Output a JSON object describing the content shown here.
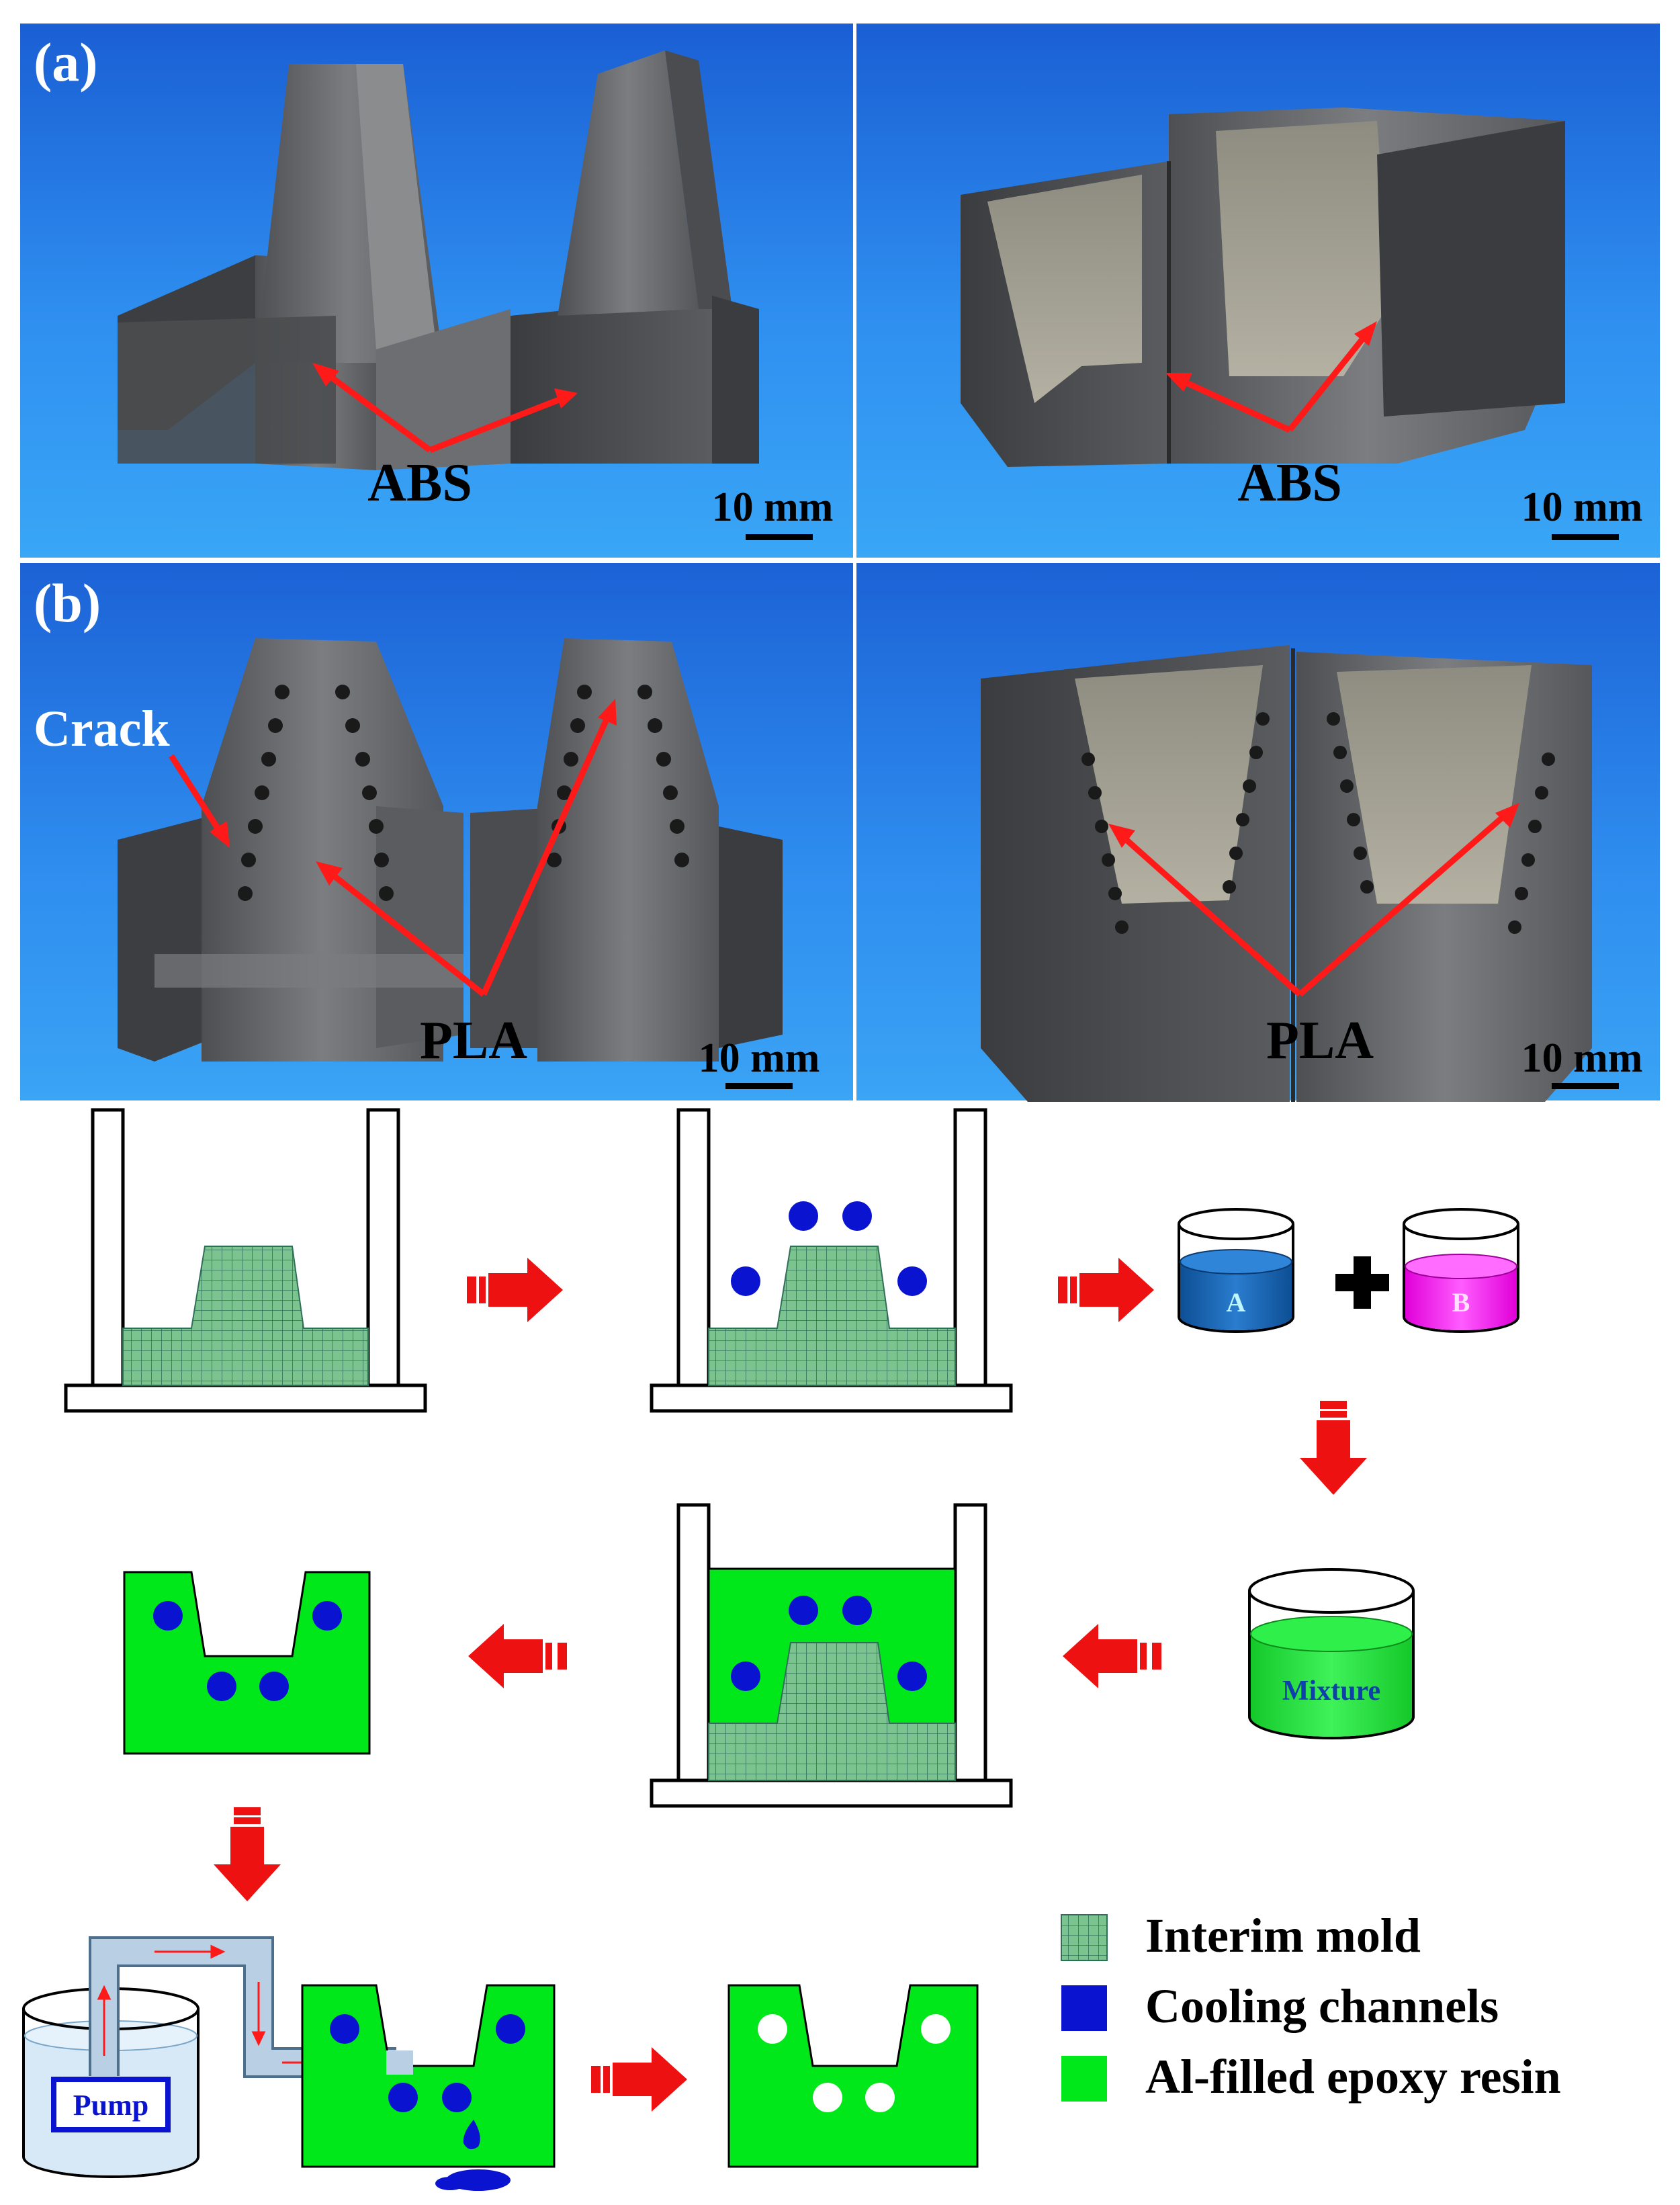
{
  "panel_a": {
    "label": "(a)",
    "left": {
      "material": "ABS",
      "scale": "10 mm"
    },
    "right": {
      "material": "ABS",
      "scale": "10 mm"
    }
  },
  "panel_b": {
    "label": "(b)",
    "left": {
      "material": "PLA",
      "scale": "10 mm",
      "defect": "Crack"
    },
    "right": {
      "material": "PLA",
      "scale": "10 mm"
    }
  },
  "process": {
    "resin_a": "A",
    "resin_b": "B",
    "mixture": "Mixture",
    "pump": "Pump"
  },
  "legend": {
    "items": [
      {
        "label": "Interim mold",
        "swatch": "grid"
      },
      {
        "label": "Cooling channels",
        "color": "#0a14d0"
      },
      {
        "label": "Al-filled epoxy resin",
        "color": "#00e81a"
      }
    ]
  },
  "colors": {
    "photo_bg": "#1f7fe6",
    "epoxy": "#00e81a",
    "channel": "#0a14d0",
    "arrow": "#ee1111",
    "interim_grid": "#6dbb86"
  }
}
